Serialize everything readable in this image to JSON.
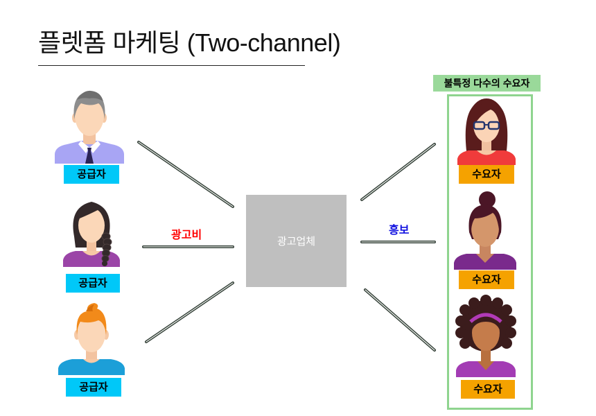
{
  "slide": {
    "title": "플렛폼 마케팅 (Two-channel)"
  },
  "suppliers": [
    {
      "label": "공급자",
      "icon": "man-gray-hair-avatar-icon"
    },
    {
      "label": "공급자",
      "icon": "woman-braid-avatar-icon"
    },
    {
      "label": "공급자",
      "icon": "man-orange-hair-avatar-icon"
    }
  ],
  "advertiser": {
    "label": "광고업체"
  },
  "flows": {
    "supplier_to_advertiser_label": "광고비",
    "advertiser_to_consumer_label": "흥보"
  },
  "consumers": {
    "group_label": "불특정 다수의 수요자",
    "items": [
      {
        "label": "수요자",
        "icon": "woman-glasses-avatar-icon"
      },
      {
        "label": "수요자",
        "icon": "woman-bun-avatar-icon"
      },
      {
        "label": "수요자",
        "icon": "woman-curly-hair-avatar-icon"
      }
    ]
  },
  "colors": {
    "supplier_label_bg": "#00c8f8",
    "consumer_label_bg": "#f5a200",
    "group_label_bg": "#9ad99a",
    "group_border": "#8fd48f",
    "advertiser_box": "#bfbfbf",
    "advertiser_text": "#ffffff",
    "left_flow_label": "#ff0000",
    "right_flow_label": "#1010e0",
    "connector": "#2f3b33"
  }
}
